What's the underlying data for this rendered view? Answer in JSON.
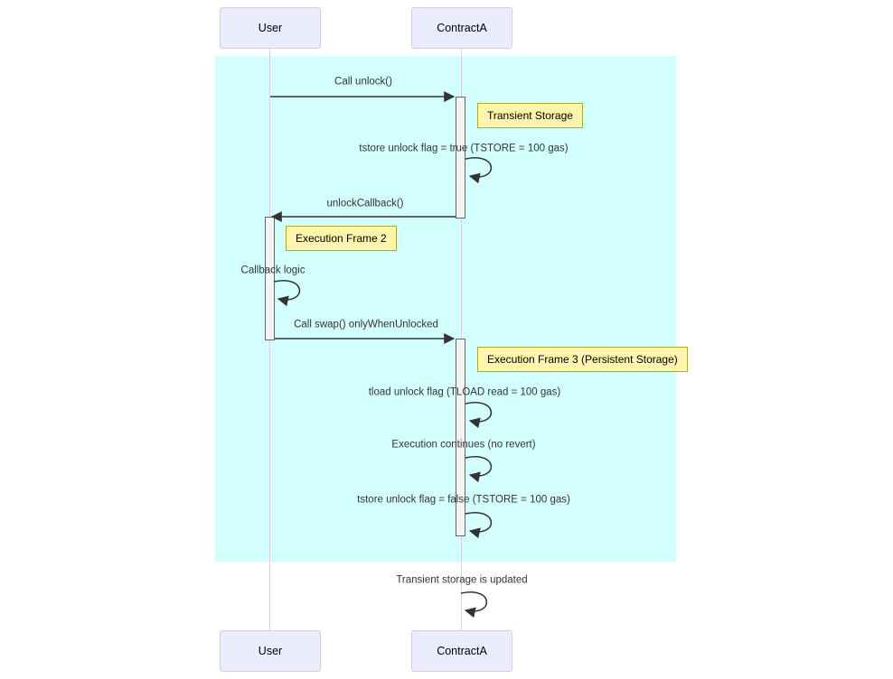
{
  "diagram_type": "sequence-diagram",
  "actors": {
    "user": "User",
    "contract": "ContractA"
  },
  "notes": {
    "transient_storage": "Transient Storage",
    "execution_frame_2": "Execution Frame 2",
    "execution_frame_3": "Execution Frame 3 (Persistent Storage)"
  },
  "messages": {
    "call_unlock": "Call unlock()",
    "tstore_true": "tstore unlock flag = true (TSTORE = 100 gas)",
    "unlock_callback": "unlockCallback()",
    "callback_logic": "Callback logic",
    "call_swap": "Call swap() onlyWhenUnlocked",
    "tload": "tload unlock flag (TLOAD read = 100 gas)",
    "execution_continues": "Execution continues (no revert)",
    "tstore_false": "tstore unlock flag = false (TSTORE = 100 gas)",
    "transient_updated": "Transient storage is updated"
  },
  "colors": {
    "highlight": "#d4ffff",
    "actor_fill": "#ececff",
    "actor_border": "#cfcde8",
    "note_fill": "#fff5ad",
    "note_border": "#aaaa33",
    "activation_fill": "#f4f4f4",
    "activation_border": "#666666",
    "lifeline": "#d8d0f2",
    "line": "#333333"
  }
}
